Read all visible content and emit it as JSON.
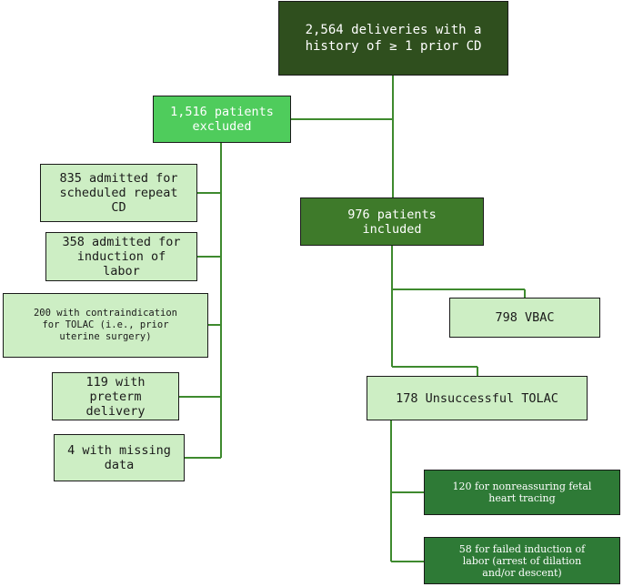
{
  "nodes": {
    "total": "2,564 deliveries with a\nhistory of  ≥ 1 prior CD",
    "excluded": "1,516 patients\nexcluded",
    "included": "976 patients\nincluded",
    "ex_scheduled": "835 admitted for\nscheduled repeat\nCD",
    "ex_induction": "358 admitted for\ninduction of\nlabor",
    "ex_contraindication": "200 with contraindication\nfor TOLAC (i.e., prior\nuterine surgery)",
    "ex_preterm": "119 with\npreterm\ndelivery",
    "ex_missing": "4 with missing\ndata",
    "vbac": "798 VBAC",
    "unsuccessful": "178 Unsuccessful TOLAC",
    "nonreassuring": "120 for nonreassuring fetal\nheart tracing",
    "failed_induction": "58 for failed induction of\nlabor (arrest of dilation\nand/or descent)"
  },
  "colors": {
    "dark": "#2f4f1e",
    "mid": "#3e7a2a",
    "bright": "#4fcc5c",
    "pale": "#cdeec4",
    "green": "#2e7a36",
    "connector": "#3e8a2e"
  }
}
